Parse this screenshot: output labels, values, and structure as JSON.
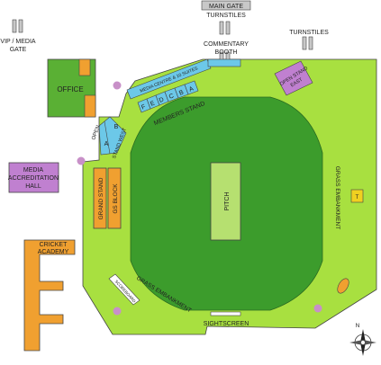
{
  "labels": {
    "main_gate": "MAIN GATE",
    "turnstiles_top": "TURNSTILES",
    "vip_media_gate_l1": "VIP / MEDIA",
    "vip_media_gate_l2": "GATE",
    "commentary_l1": "COMMENTARY",
    "commentary_l2": "BOOTH",
    "turnstiles_right": "TURNSTILES",
    "office": "OFFICE",
    "media_centre": "MEDIA CENTRE & 10 SUITES",
    "members_stand": "MEMBERS STAND",
    "block_f": "F",
    "block_e": "E",
    "block_d": "D",
    "block_c": "C",
    "block_b": "B",
    "block_a": "A",
    "open_stand_east_l1": "OPEN STAND",
    "open_stand_east_l2": "EAST",
    "open": "OPEN",
    "west_a": "A",
    "west_b": "B",
    "stand_west": "STAND WEST",
    "media_accreditation_l1": "MEDIA",
    "media_accreditation_l2": "ACCREDITATION",
    "media_accreditation_l3": "HALL",
    "grand_stand": "GRAND STAND",
    "gs_block": "GS BLOCK",
    "pitch": "PITCH",
    "grass_embankment_east": "GRASS EMBANKMENT",
    "t_marker": "T",
    "cricket_academy_l1": "CRICKET",
    "cricket_academy_l2": "ACADEMY",
    "scoreboard": "SCOREBOARD",
    "grass_embankment_south": "GRASS EMBANKMENT",
    "sightscreen": "SIGHTSCREEN",
    "compass_n": "N"
  },
  "colors": {
    "ground": "#a8e040",
    "field": "#3c9c2c",
    "pitch": "#b6e070",
    "office": "#5ab034",
    "orange": "#f0a030",
    "purple": "#c080d0",
    "blue": "#6cc8e8",
    "turnstile": "#c8c8c8",
    "tree": "#c890c8",
    "yellow": "#f0d020",
    "outline": "#444444"
  }
}
